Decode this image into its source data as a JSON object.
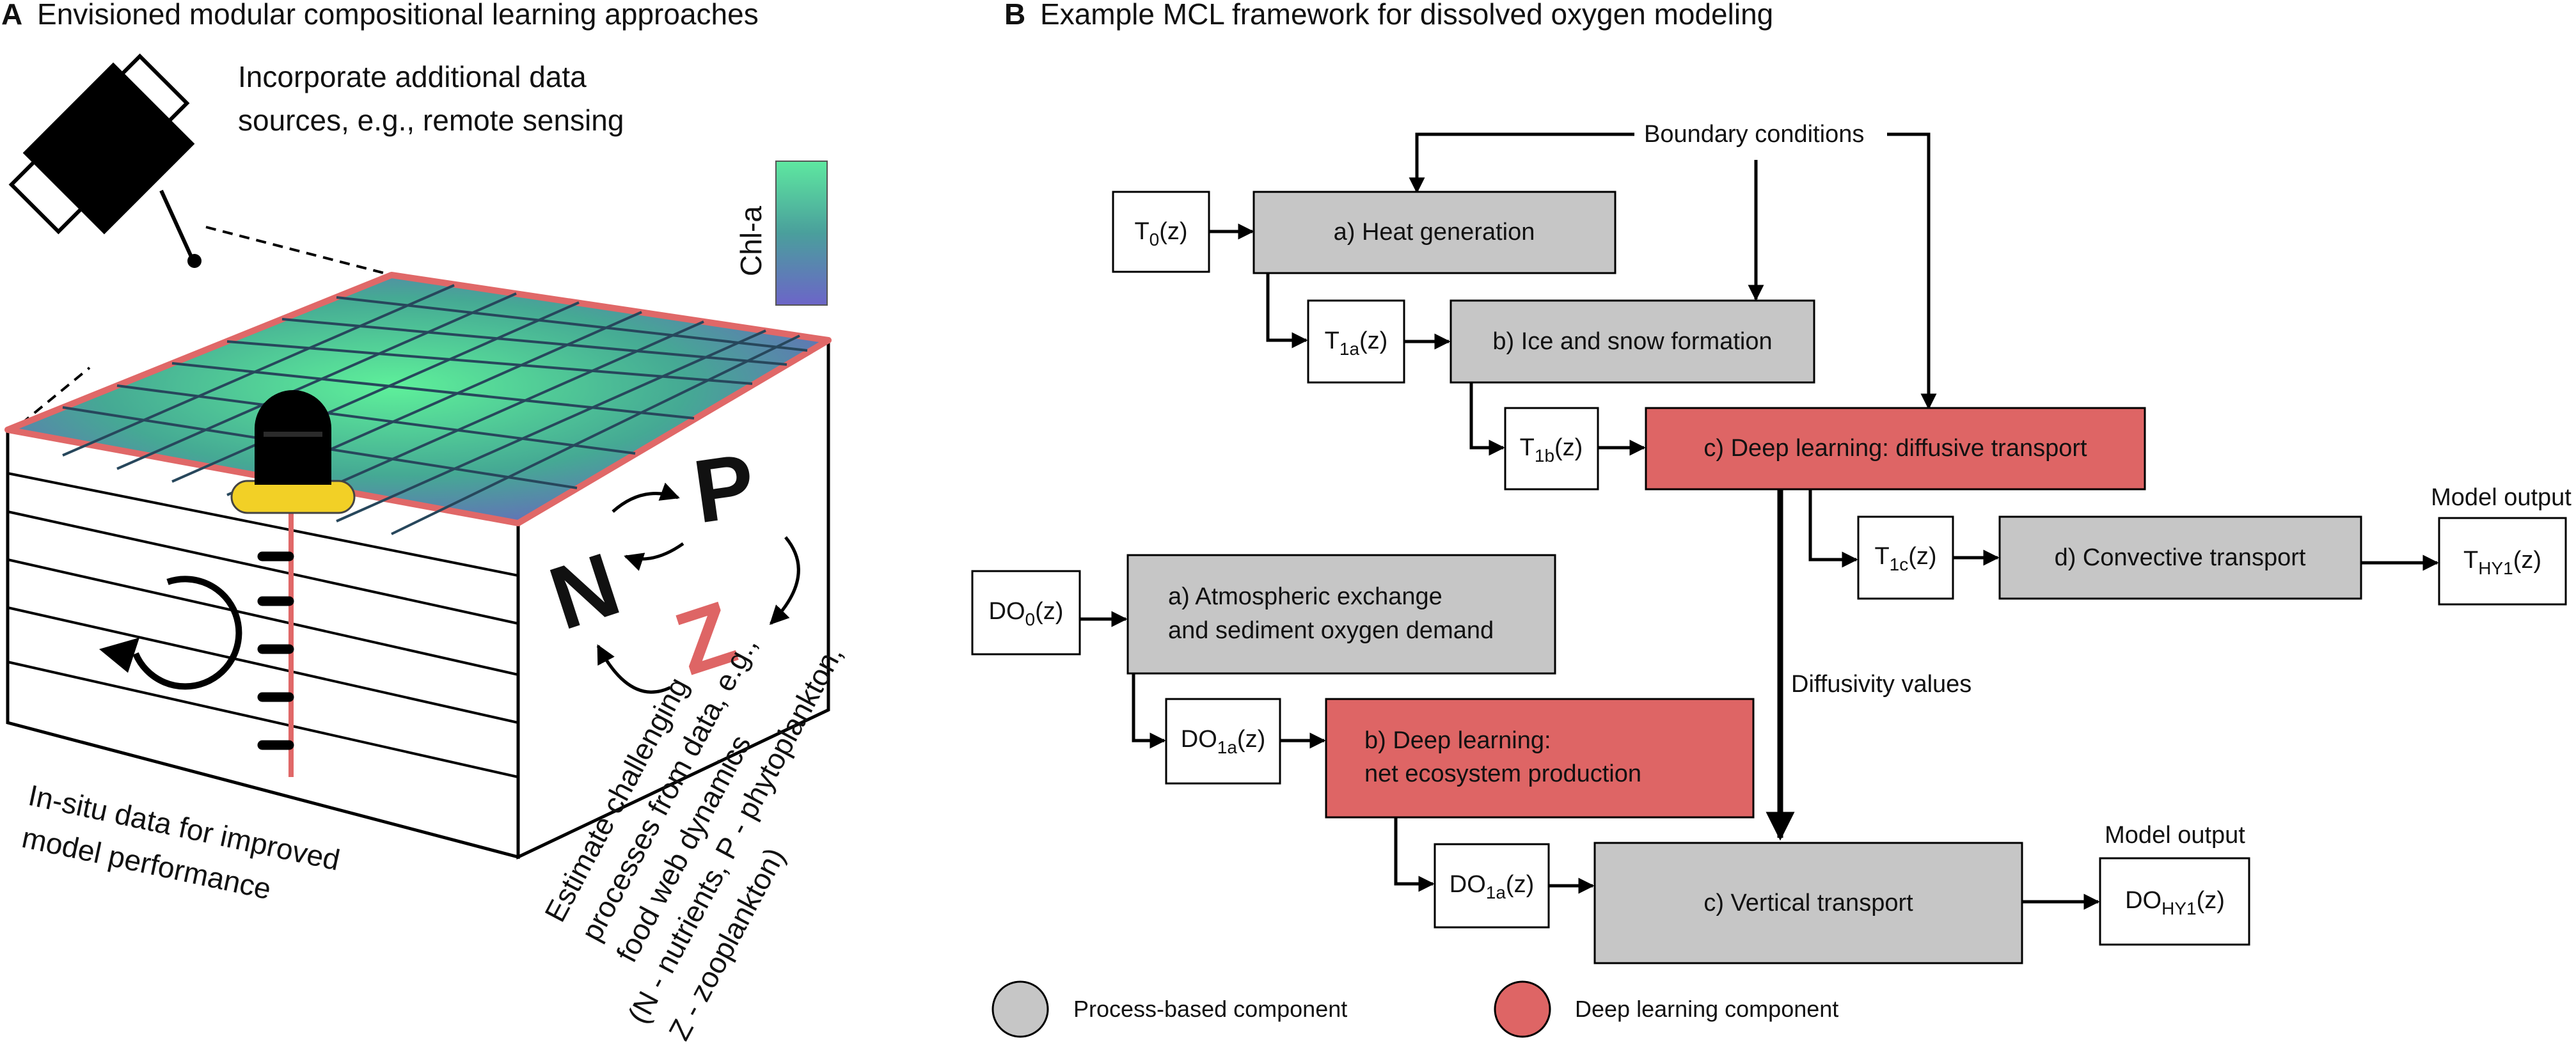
{
  "panel_a": {
    "letter": "A",
    "title": "Envisioned modular compositional learning approaches",
    "remote_sensing_line1": "Incorporate additional data",
    "remote_sensing_line2": "sources, e.g., remote sensing",
    "chla_label": "Chl-a",
    "insitu_line1": "In-situ data for improved",
    "insitu_line2": "model performance",
    "food_web_line1": "Estimate challenging",
    "food_web_line2": "processes from data, e.g.,",
    "food_web_line3": "food web dynamics",
    "food_web_line4": "(N - nutrients, P - phytoplankton,",
    "food_web_line5": "Z - zooplankton)",
    "node_n": "N",
    "node_p": "P",
    "node_z": "Z"
  },
  "panel_b": {
    "letter": "B",
    "title": "Example MCL framework for dissolved oxygen modeling",
    "boundary_conditions": "Boundary conditions",
    "diffusivity_values": "Diffusivity values",
    "model_output_top": "Model output",
    "model_output_bottom": "Model output",
    "temp": {
      "t0": {
        "main": "T",
        "sub": "0",
        "tail": "(z)"
      },
      "heat": "a) Heat generation",
      "t1a": {
        "main": "T",
        "sub": "1a",
        "tail": "(z)"
      },
      "ice": "b) Ice and snow formation",
      "t1b": {
        "main": "T",
        "sub": "1b",
        "tail": "(z)"
      },
      "diffusive": "c) Deep learning: diffusive transport",
      "t1c": {
        "main": "T",
        "sub": "1c",
        "tail": "(z)"
      },
      "convective": "d) Convective transport",
      "thy1": {
        "main": "T",
        "sub": "HY1",
        "tail": "(z)"
      }
    },
    "oxygen": {
      "do0": {
        "main": "DO",
        "sub": "0",
        "tail": "(z)"
      },
      "atm_line1": "a) Atmospheric exchange",
      "atm_line2": "and sediment oxygen demand",
      "do1a_first": {
        "main": "DO",
        "sub": "1a",
        "tail": "(z)"
      },
      "nep_line1": "b) Deep learning:",
      "nep_line2": "net ecosystem production",
      "do1a_second": {
        "main": "DO",
        "sub": "1a",
        "tail": "(z)"
      },
      "vertical": "c) Vertical transport",
      "dohy1": {
        "main": "DO",
        "sub": "HY1",
        "tail": "(z)"
      }
    },
    "legend": {
      "process": {
        "label": "Process-based component",
        "color": "#c6c6c6"
      },
      "deep": {
        "label": "Deep learning component",
        "color": "#de6565"
      }
    }
  }
}
